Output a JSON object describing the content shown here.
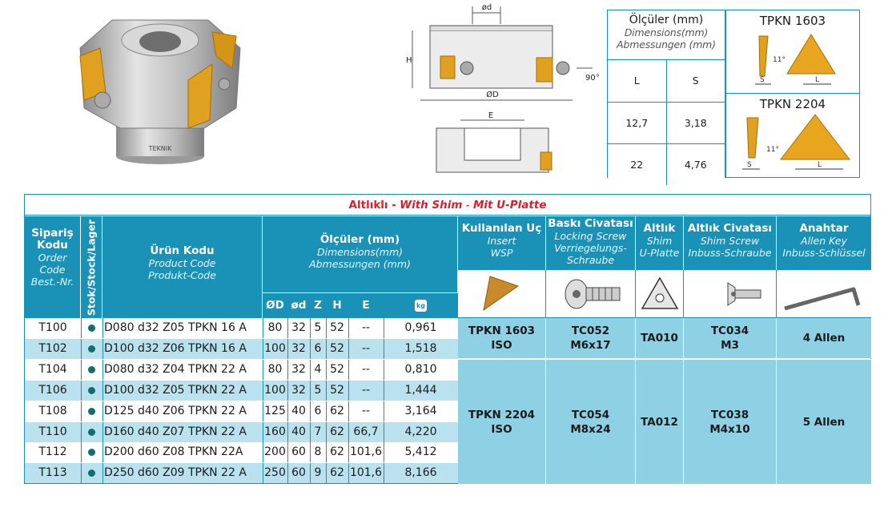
{
  "dim_table": {
    "title": "Ölçüler (mm)",
    "title_en": "Dimensions(mm)",
    "title_de": "Abmessungen (mm)",
    "headers": [
      "L",
      "S"
    ],
    "rows": [
      [
        "12,7",
        "3,18"
      ],
      [
        "22",
        "4,76"
      ]
    ]
  },
  "inserts_box": {
    "top_title": "TPKN 1603",
    "bottom_title": "TPKN 2204",
    "angle": "11°",
    "label_s": "S",
    "label_l": "L"
  },
  "drawing": {
    "label_od": "ød",
    "label_h": "H",
    "label_angle": "90°",
    "label_d": "ØD",
    "label_e": "E",
    "cutter_marking": "TEKNIK"
  },
  "main": {
    "title_tr": "Altlıklı -",
    "title_en": "With Shim",
    "title_de": "Mit U-Platte",
    "h_order": "Sipariş Kodu",
    "h_order_en": "Order Code",
    "h_order_de": "Best.-Nr.",
    "h_stock": "Stok/Stock/Lager",
    "h_product": "Ürün Kodu",
    "h_product_en": "Product Code",
    "h_product_de": "Produkt-Code",
    "h_dims": "Ölçüler (mm)",
    "h_dims_en": "Dimensions(mm)",
    "h_dims_de": "Abmessungen (mm)",
    "h_insert": "Kullanılan Uç",
    "h_insert_en": "Insert",
    "h_insert_de": "WSP",
    "h_screw": "Baskı Civatası",
    "h_screw_en": "Locking Screw",
    "h_screw_de": "Verriegelungs-Schraube",
    "h_shim": "Altlık",
    "h_shim_en": "Shim",
    "h_shim_de": "U-Platte",
    "h_shimscrew": "Altlık Civatası",
    "h_shimscrew_en": "Shim Screw",
    "h_shimscrew_de": "Inbuss-Schraube",
    "h_key": "Anahtar",
    "h_key_en": "Allen Key",
    "h_key_de": "Inbuss-Schlüssel",
    "sub_D": "ØD",
    "sub_d": "ød",
    "sub_Z": "Z",
    "sub_H": "H",
    "sub_E": "E",
    "sub_kg": "kg",
    "rows": [
      {
        "code": "T100",
        "product": "D080 d32 Z05 TPKN 16 A",
        "D": "80",
        "d": "32",
        "Z": "5",
        "H": "52",
        "E": "--",
        "kg": "0,961"
      },
      {
        "code": "T102",
        "product": "D100 d32 Z06 TPKN 16 A",
        "D": "100",
        "d": "32",
        "Z": "6",
        "H": "52",
        "E": "--",
        "kg": "1,518"
      },
      {
        "code": "T104",
        "product": "D080 d32 Z04 TPKN 22 A",
        "D": "80",
        "d": "32",
        "Z": "4",
        "H": "52",
        "E": "--",
        "kg": "0,810"
      },
      {
        "code": "T106",
        "product": "D100 d32 Z05 TPKN 22 A",
        "D": "100",
        "d": "32",
        "Z": "5",
        "H": "52",
        "E": "--",
        "kg": "1,444"
      },
      {
        "code": "T108",
        "product": "D125 d40 Z06 TPKN 22 A",
        "D": "125",
        "d": "40",
        "Z": "6",
        "H": "62",
        "E": "--",
        "kg": "3,164"
      },
      {
        "code": "T110",
        "product": "D160 d40 Z07 TPKN 22 A",
        "D": "160",
        "d": "40",
        "Z": "7",
        "H": "62",
        "E": "66,7",
        "kg": "4,220"
      },
      {
        "code": "T112",
        "product": "D200 d60 Z08 TPKN 22A",
        "D": "200",
        "d": "60",
        "Z": "8",
        "H": "62",
        "E": "101,6",
        "kg": "5,412"
      },
      {
        "code": "T113",
        "product": "D250 d60 Z09 TPKN 22 A",
        "D": "250",
        "d": "60",
        "Z": "9",
        "H": "62",
        "E": "101,6",
        "kg": "8,166"
      }
    ],
    "groups": [
      {
        "insert": "TPKN 1603",
        "insert2": "ISO",
        "screw": "TC052",
        "screw2": "M6x17",
        "shim": "TA010",
        "shimscrew": "TC034",
        "shimscrew2": "M3",
        "key": "4 Allen"
      },
      {
        "insert": "TPKN 2204",
        "insert2": "ISO",
        "screw": "TC054",
        "screw2": "M8x24",
        "shim": "TA012",
        "shimscrew": "TC038",
        "shimscrew2": "M4x10",
        "key": "5 Allen"
      }
    ]
  }
}
